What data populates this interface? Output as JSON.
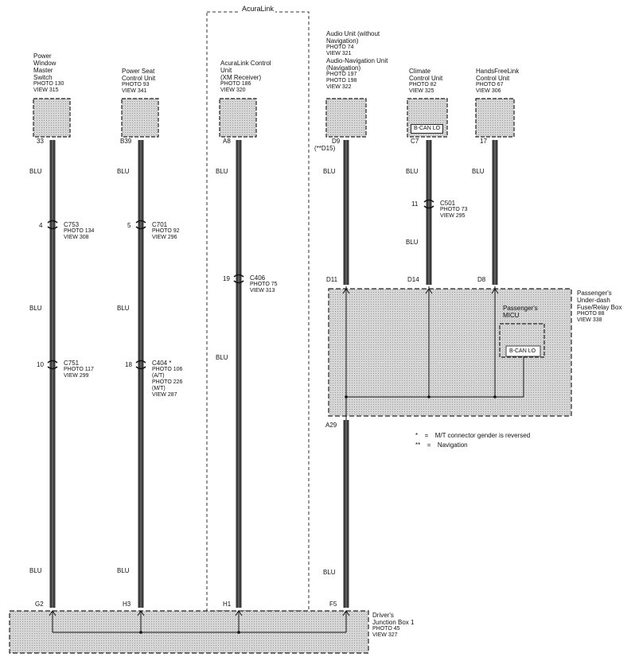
{
  "acuralink_label": "AcuraLink",
  "components": [
    {
      "id": "pwms",
      "lines": [
        "Power",
        "Window",
        "Master",
        "Switch"
      ],
      "photo": "PHOTO 130",
      "view": "VIEW 315"
    },
    {
      "id": "pscu",
      "lines": [
        "Power Seat",
        "Control Unit"
      ],
      "photo": "PHOTO 93",
      "view": "VIEW 341"
    },
    {
      "id": "alcu",
      "lines": [
        "AcuraLink Control",
        "Unit",
        "(XM Receiver)"
      ],
      "photo": "PHOTO 186",
      "view": "VIEW 320"
    },
    {
      "id": "audio",
      "lines": [
        "Audio Unit (without",
        "Navigation)"
      ],
      "photo": "PHOTO 74",
      "view": "VIEW 321",
      "lines2": [
        "Audio-Navigation Unit",
        "(Navigation)"
      ],
      "photo2": "PHOTO 197",
      "photo3": "PHOTO 198",
      "view2": "VIEW 322"
    },
    {
      "id": "climate",
      "lines": [
        "Climate",
        "Control Unit"
      ],
      "photo": "PHOTO 82",
      "view": "VIEW 325",
      "inner": "B-CAN LO"
    },
    {
      "id": "hfl",
      "lines": [
        "HandsFreeLink",
        "Control Unit"
      ],
      "photo": "PHOTO 67",
      "view": "VIEW 306"
    }
  ],
  "pins_top": [
    "33",
    "B39",
    "A8",
    "D9",
    "(**D15)",
    "C7",
    "17"
  ],
  "wires": [
    "BLU",
    "BLU",
    "BLU",
    "BLU",
    "BLU",
    "BLU",
    "BLU",
    "BLU",
    "BLU",
    "BLU",
    "BLU",
    "BLU"
  ],
  "connectors": [
    {
      "pin": "4",
      "name": "C753",
      "photo": "PHOTO 134",
      "view": "VIEW 308"
    },
    {
      "pin": "5",
      "name": "C701",
      "photo": "PHOTO 92",
      "view": "VIEW 296"
    },
    {
      "pin": "11",
      "name": "C501",
      "photo": "PHOTO 73",
      "view": "VIEW 295"
    },
    {
      "pin": "19",
      "name": "C406",
      "photo": "PHOTO 75",
      "view": "VIEW 313"
    },
    {
      "pin": "10",
      "name": "C751",
      "photo": "PHOTO 117",
      "view": "VIEW 299"
    },
    {
      "pin": "18",
      "name": "C404 *",
      "photo": "PHOTO 106",
      "photo_note": "(A/T)",
      "photo2": "PHOTO 226",
      "photo2_note": "(M/T)",
      "view": "VIEW 287"
    }
  ],
  "fuse_box": {
    "pins": [
      "D11",
      "D14",
      "D8",
      "A29"
    ],
    "lines": [
      "Passenger's",
      "Under-dash",
      "Fuse/Relay Box"
    ],
    "photo": "PHOTO 88",
    "view": "VIEW 338",
    "micu": [
      "Passenger's",
      "MICU"
    ],
    "micu_inner": "B-CAN LO"
  },
  "notes": [
    {
      "sym": "*",
      "eq": "=",
      "text": "M/T connector gender is reversed"
    },
    {
      "sym": "**",
      "eq": "=",
      "text": "Navigation"
    }
  ],
  "junction": {
    "pins": [
      "G2",
      "H3",
      "H1",
      "F5"
    ],
    "lines": [
      "Driver's",
      "Junction Box 1"
    ],
    "photo": "PHOTO 45",
    "view": "VIEW 327"
  }
}
